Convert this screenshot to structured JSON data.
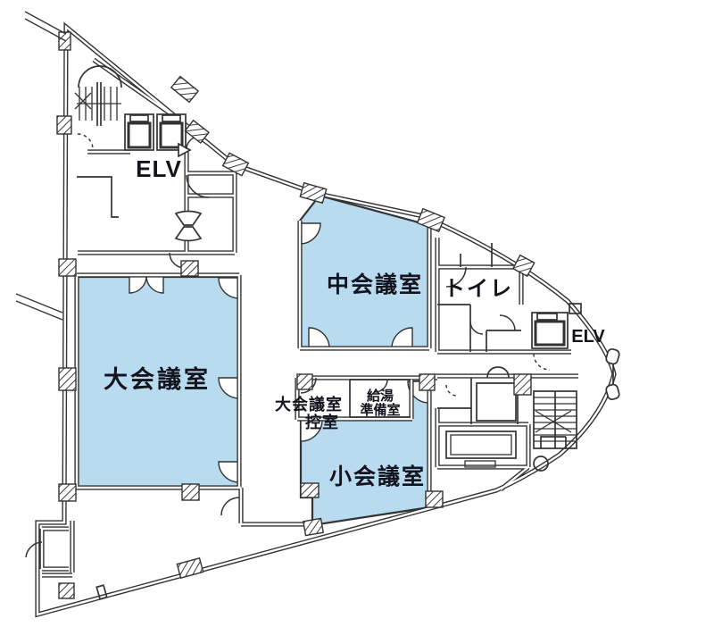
{
  "colors": {
    "highlight": "#b9dbf0",
    "wall": "#333333",
    "text": "#14141e",
    "background": "#ffffff"
  },
  "labels": {
    "elevator_upper": "ELV",
    "elevator_right": "ELV",
    "large_meeting_room": "大会議室",
    "medium_meeting_room": "中会議室",
    "small_meeting_room": "小会議室",
    "toilet": "トイレ",
    "anteroom_line1": "大会議室",
    "anteroom_line2": "控室",
    "kitchenette_line1": "給湯",
    "kitchenette_line2": "準備室"
  },
  "highlighted_rooms": [
    "大会議室",
    "中会議室",
    "小会議室"
  ]
}
